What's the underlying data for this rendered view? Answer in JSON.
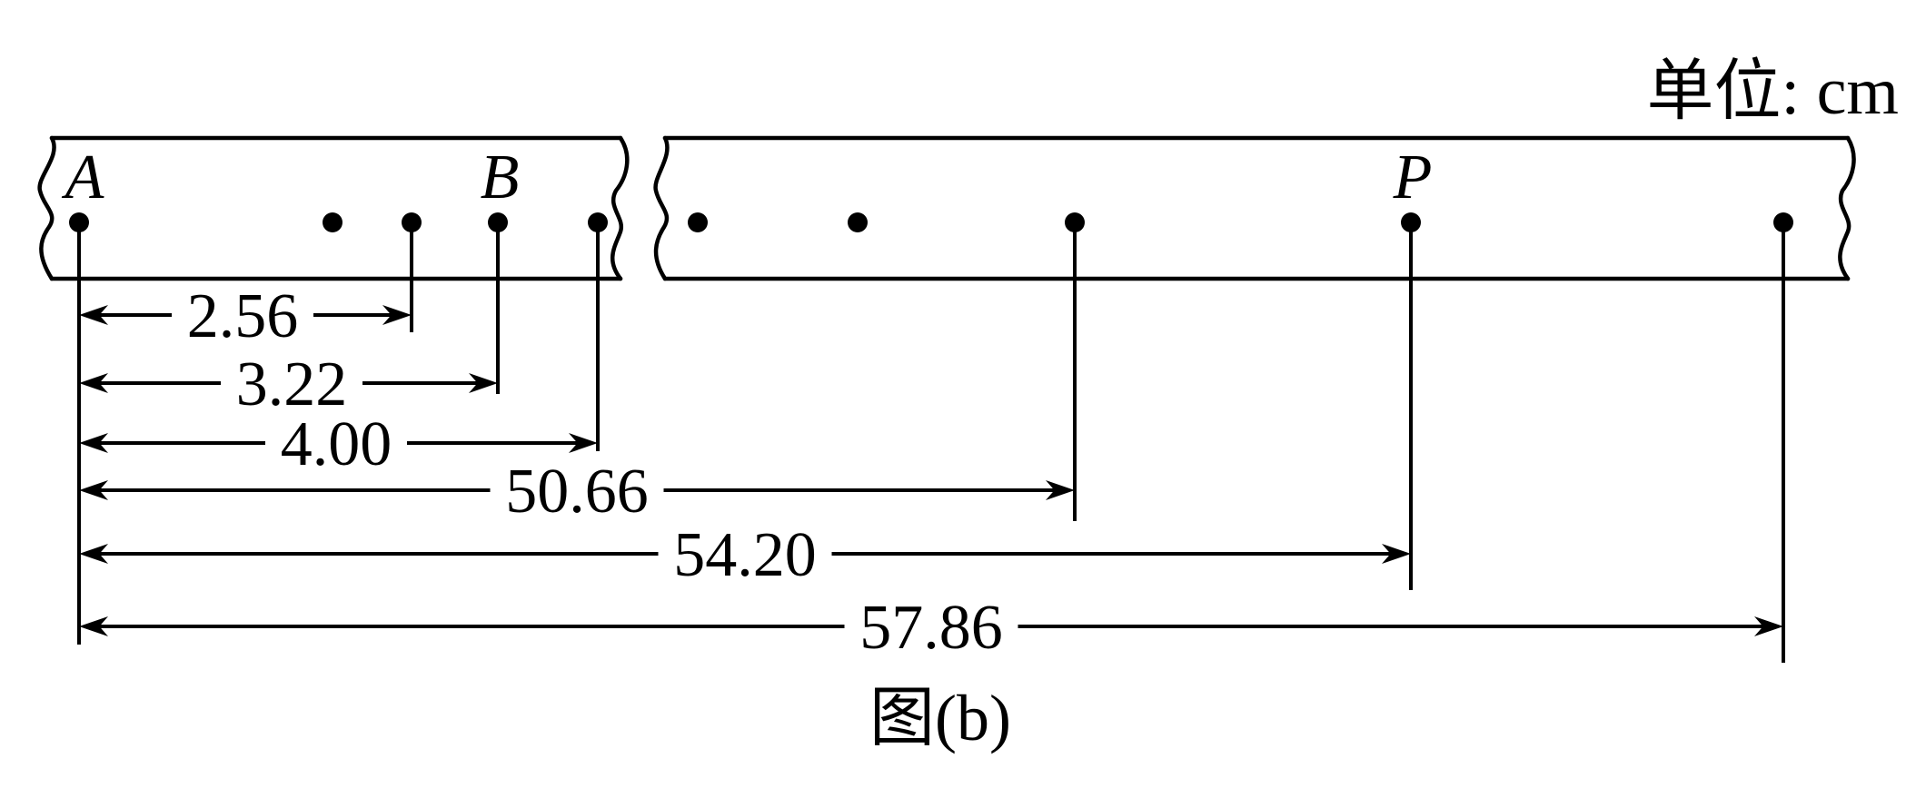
{
  "unit_label": "单位: cm",
  "caption": "图(b)",
  "colors": {
    "ink": "#000000",
    "background": "#ffffff"
  },
  "point_labels": {
    "a": "A",
    "b": "B",
    "p": "P"
  },
  "measurements": [
    {
      "label": "2.56",
      "value": 2.56
    },
    {
      "label": "3.22",
      "value": 3.22
    },
    {
      "label": "4.00",
      "value": 4.0
    },
    {
      "label": "50.66",
      "value": 50.66
    },
    {
      "label": "54.20",
      "value": 54.2
    },
    {
      "label": "57.86",
      "value": 57.86
    }
  ]
}
